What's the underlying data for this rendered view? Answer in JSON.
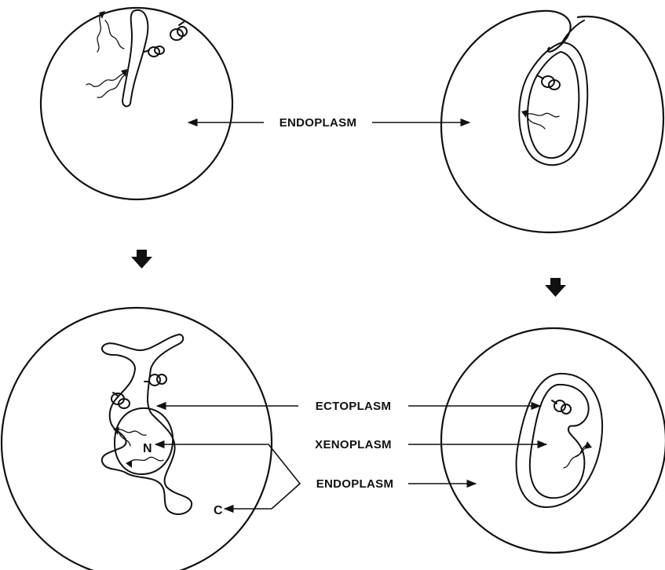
{
  "labels": {
    "endoplasm_top": "ENDOPLASM",
    "ectoplasm": "ECTOPLASM",
    "xenoplasm": "XENOPLASM",
    "endoplasm_bottom": "ENDOPLASM",
    "nucleus": "N",
    "cytoplasm": "C"
  }
}
